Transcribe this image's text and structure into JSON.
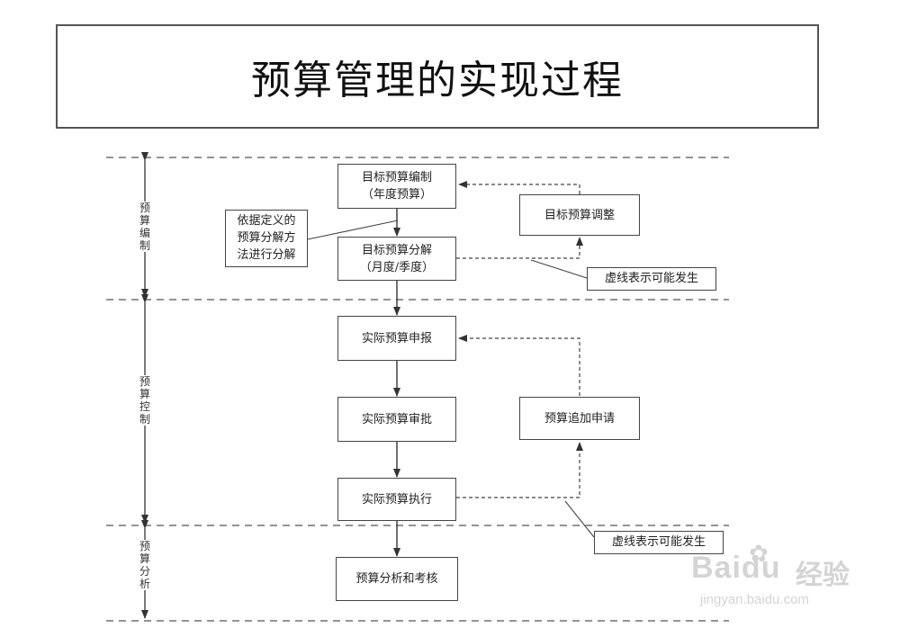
{
  "title": "预算管理的实现过程",
  "phases": {
    "planning": "预算编制",
    "control": "预算控制",
    "analysis": "预算分析"
  },
  "boxes": {
    "target_compile": [
      "目标预算编制",
      "（年度预算）"
    ],
    "target_decompose": [
      "目标预算分解",
      "（月度/季度）"
    ],
    "target_adjust": "目标预算调整",
    "actual_report": "实际预算申报",
    "actual_approve": "实际预算审批",
    "actual_execute": "实际预算执行",
    "budget_add": "预算追加申请",
    "analysis_assess": "预算分析和考核"
  },
  "notes": {
    "method": [
      "依据定义的",
      "预算分解方",
      "法进行分解"
    ],
    "dashed_possible_1": "虚线表示可能发生",
    "dashed_possible_2": "虚线表示可能发生"
  },
  "watermark": {
    "logo": "Bai",
    "logo_tail": "du",
    "brand_cn": "经验",
    "url": "jingyan.baidu.com"
  },
  "colors": {
    "line": "#333333",
    "border": "#444444",
    "watermark": "#d4d4d4"
  }
}
